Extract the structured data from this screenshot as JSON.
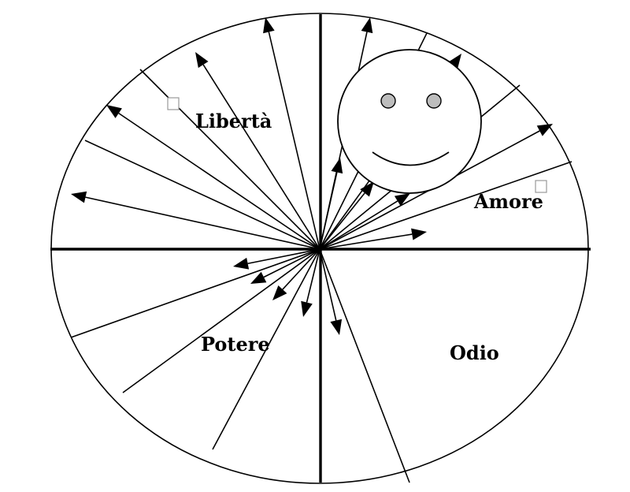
{
  "labels": {
    "liberta": "Libertà",
    "amore": "Amore",
    "potere": "Potere",
    "odio": "Odio"
  },
  "colors": {
    "ink": "#000000",
    "eye_fill": "#bdbdbd",
    "marker_box_stroke": "#999999",
    "background": "#ffffff"
  },
  "icons": [
    "smiley-face-icon",
    "checkbox-marker-icon"
  ]
}
